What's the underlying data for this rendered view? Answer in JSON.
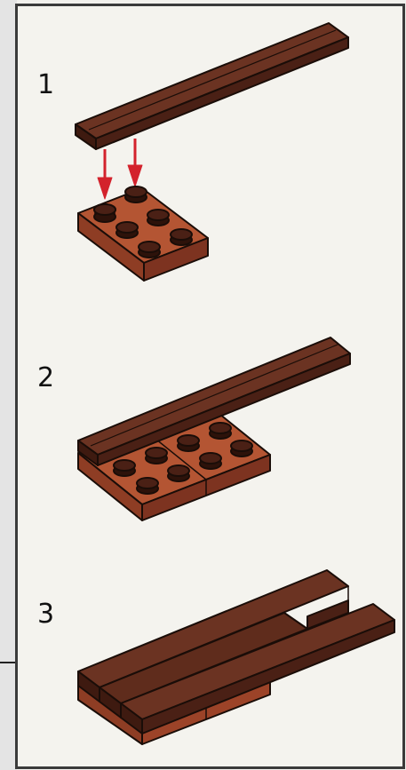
{
  "steps": [
    {
      "number": "1"
    },
    {
      "number": "2"
    },
    {
      "number": "3"
    }
  ],
  "colors": {
    "plank": "#5a2a1c",
    "plank_dark": "#3e1a10",
    "plate": "#a1482a",
    "plate_dark": "#7d3320",
    "stud": "#4a2015",
    "arrow": "#d3222c",
    "outline": "#1a0d08"
  }
}
